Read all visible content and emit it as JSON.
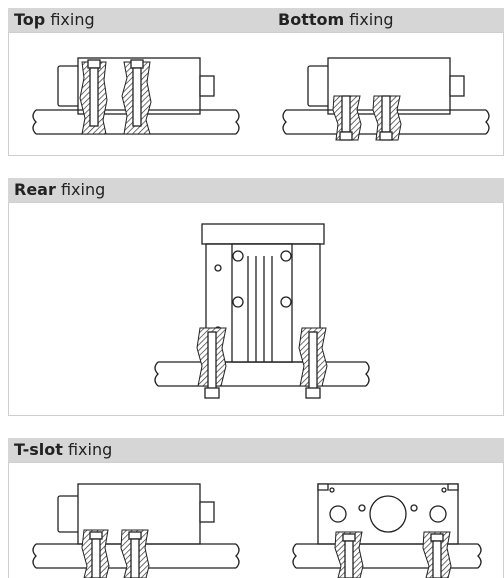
{
  "sections": {
    "top": {
      "bold": "Top",
      "rest": " fixing"
    },
    "bottom": {
      "bold": "Bottom",
      "rest": " fixing"
    },
    "rear": {
      "bold": "Rear",
      "rest": " fixing"
    },
    "tslot": {
      "bold": "T-slot",
      "rest": " fixing"
    }
  }
}
